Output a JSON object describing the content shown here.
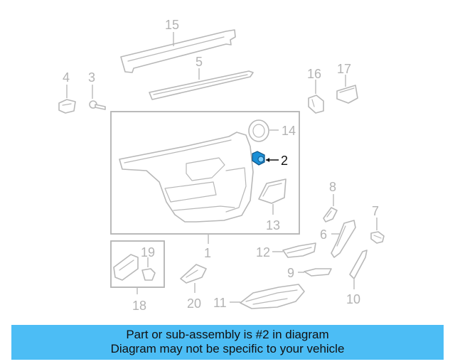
{
  "callouts": [
    {
      "id": "n1",
      "text": "1"
    },
    {
      "id": "n2",
      "text": "2"
    },
    {
      "id": "n3",
      "text": "3"
    },
    {
      "id": "n4",
      "text": "4"
    },
    {
      "id": "n5",
      "text": "5"
    },
    {
      "id": "n6",
      "text": "6"
    },
    {
      "id": "n7",
      "text": "7"
    },
    {
      "id": "n8",
      "text": "8"
    },
    {
      "id": "n9",
      "text": "9"
    },
    {
      "id": "n10",
      "text": "10"
    },
    {
      "id": "n11",
      "text": "11"
    },
    {
      "id": "n12",
      "text": "12"
    },
    {
      "id": "n13",
      "text": "13"
    },
    {
      "id": "n14",
      "text": "14"
    },
    {
      "id": "n15",
      "text": "15"
    },
    {
      "id": "n16",
      "text": "16"
    },
    {
      "id": "n17",
      "text": "17"
    },
    {
      "id": "n18",
      "text": "18"
    },
    {
      "id": "n19",
      "text": "19"
    },
    {
      "id": "n20",
      "text": "20"
    }
  ],
  "highlight_color": "#1a8fd6",
  "banner": {
    "line1": "Part or sub-assembly is #2 in diagram",
    "line2": "Diagram may not be specific to your vehicle",
    "background": "#4cbdf5"
  }
}
